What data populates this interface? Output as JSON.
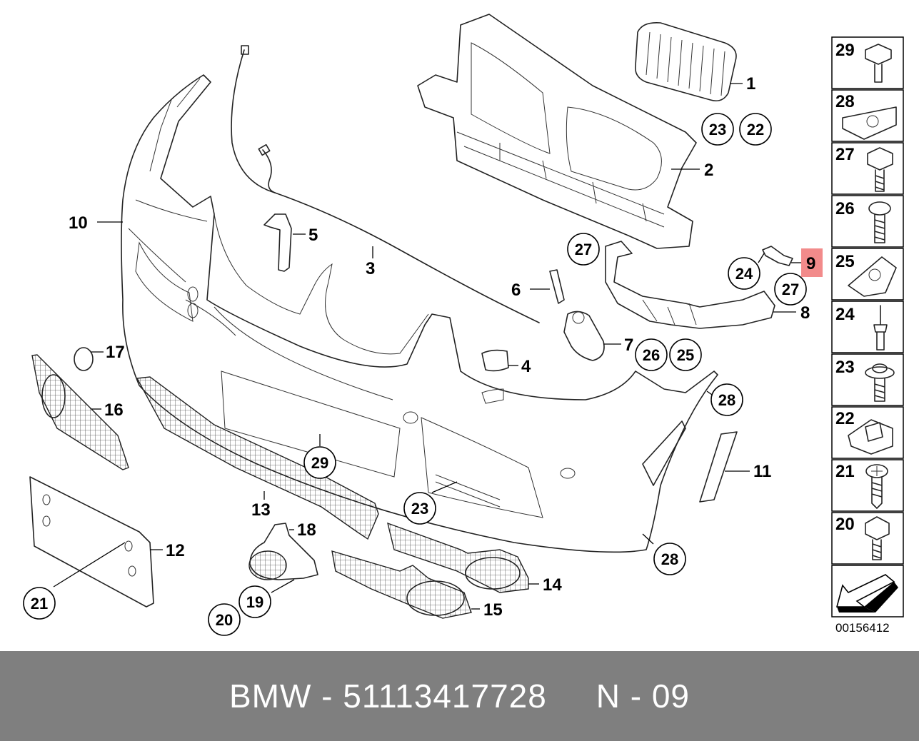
{
  "callouts": {
    "c1": "1",
    "c2": "2",
    "c3": "3",
    "c4": "4",
    "c5": "5",
    "c6": "6",
    "c7": "7",
    "c8": "8",
    "c9": "9",
    "c10": "10",
    "c11": "11",
    "c12": "12",
    "c13": "13",
    "c14": "14",
    "c15": "15",
    "c16": "16",
    "c17": "17",
    "c18": "18",
    "b19": "19",
    "b20": "20",
    "b21": "21",
    "b22": "22",
    "b23a": "23",
    "b23b": "23",
    "b24": "24",
    "b25": "25",
    "b26": "26",
    "b27a": "27",
    "b27b": "27",
    "b28a": "28",
    "b28b": "28",
    "b29": "29"
  },
  "highlight_color": "#f28b8b",
  "fastener_panel": [
    {
      "label": "29",
      "icon": "hex-flange-screw-icon"
    },
    {
      "label": "28",
      "icon": "spring-nut-icon"
    },
    {
      "label": "27",
      "icon": "hex-bolt-icon"
    },
    {
      "label": "26",
      "icon": "pan-head-screw-icon"
    },
    {
      "label": "25",
      "icon": "spring-nut-icon"
    },
    {
      "label": "24",
      "icon": "plastic-rivet-icon"
    },
    {
      "label": "23",
      "icon": "washer-screw-icon"
    },
    {
      "label": "22",
      "icon": "cage-nut-icon"
    },
    {
      "label": "21",
      "icon": "self-tapping-screw-icon"
    },
    {
      "label": "20",
      "icon": "hex-screw-icon"
    },
    {
      "label": "",
      "icon": "direction-arrow-icon"
    }
  ],
  "diagram_code": "00156412",
  "footer": {
    "brand": "BMW",
    "part_number": "51113417728",
    "position_label": "N - 09",
    "text": "BMW - 51113417728     N - 09"
  }
}
